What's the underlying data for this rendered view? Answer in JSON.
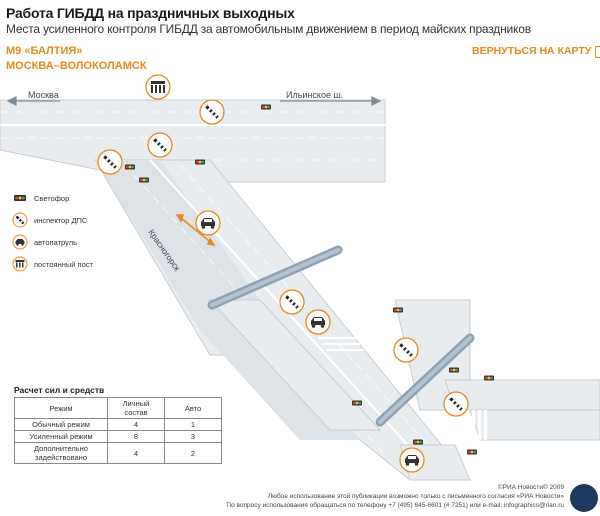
{
  "header": {
    "title": "Работа ГИБДД на праздничных выходных",
    "subtitle": "Места усиленного контроля ГИБДД за автомобильным движением в период майских праздников"
  },
  "route": {
    "line1": "М9 «БАЛТИЯ»",
    "line2": "МОСКВА–ВОЛОКОЛАМСК"
  },
  "back_link": {
    "label": "ВЕРНУТЬСЯ НА КАРТУ",
    "icon": "arrow-right-icon"
  },
  "map": {
    "labels": {
      "moscow": "Москва",
      "ilyinskoe": "Ильинское ш.",
      "krasnogorsk": "Красногорск"
    },
    "colors": {
      "road": "#e9ecee",
      "road_edge": "#c7cdd3",
      "bridge": "#8fa2b3",
      "accent": "#e8891a"
    }
  },
  "legend": [
    {
      "icon": "traffic-light-icon",
      "label": "Светофор"
    },
    {
      "icon": "traffic-inspector-icon",
      "label": "инспектор ДПС"
    },
    {
      "icon": "patrol-car-icon",
      "label": "автопатруль"
    },
    {
      "icon": "police-post-icon",
      "label": "постоянный пост"
    }
  ],
  "calc": {
    "title": "Расчет сил и средств",
    "headers": [
      "Режим",
      "Личный состав",
      "Авто"
    ],
    "rows": [
      {
        "mode": "Обычный режим",
        "staff": "4",
        "cars": "1"
      },
      {
        "mode": "Усиленный режим",
        "staff": "8",
        "cars": "3"
      },
      {
        "mode": "Дополнительно задействовано",
        "staff": "4",
        "cars": "2"
      }
    ]
  },
  "footer": {
    "copyright": "©РИА Новости© 2009",
    "line2": "Любое использование этой публикации возможно только с письменного согласия «РИА Новости»",
    "line3": "По вопросу использования обращаться по телефону +7 (495) 645-6601 (# 7251) или e-mail: infographics@rian.ru"
  }
}
